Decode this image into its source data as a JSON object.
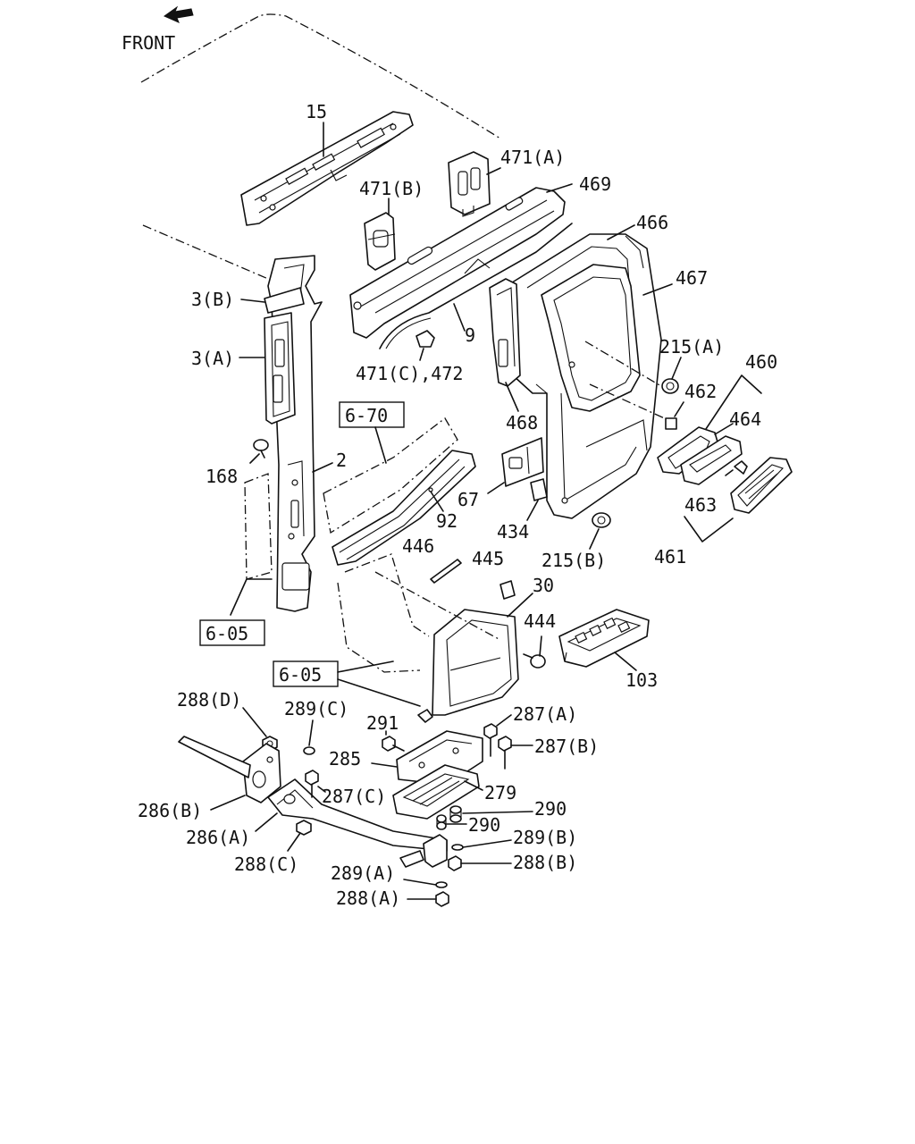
{
  "front_label": "FRONT",
  "labels": {
    "p15": "15",
    "p471a": "471(A)",
    "p471b": "471(B)",
    "p469": "469",
    "p466": "466",
    "p467": "467",
    "p3b": "3(B)",
    "p3a": "3(A)",
    "p9": "9",
    "p471c": "471(C),472",
    "p215a": "215(A)",
    "p460": "460",
    "p462": "462",
    "p464": "464",
    "p468": "468",
    "p168": "168",
    "p2": "2",
    "p67": "67",
    "p92": "92",
    "p434": "434",
    "p463": "463",
    "p215b": "215(B)",
    "p461": "461",
    "p446": "446",
    "p445": "445",
    "p30": "30",
    "p444": "444",
    "p103": "103",
    "p288d": "288(D)",
    "p289c": "289(C)",
    "p291": "291",
    "p287a": "287(A)",
    "p287b": "287(B)",
    "p285": "285",
    "p287c": "287(C)",
    "p279": "279",
    "p286b": "286(B)",
    "p290a": "290",
    "p290b": "290",
    "p286a": "286(A)",
    "p289b": "289(B)",
    "p288c": "288(C)",
    "p288b": "288(B)",
    "p289a": "289(A)",
    "p288a": "288(A)"
  },
  "refs": {
    "r670": "6-70",
    "r605a": "6-05",
    "r605b": "6-05"
  }
}
